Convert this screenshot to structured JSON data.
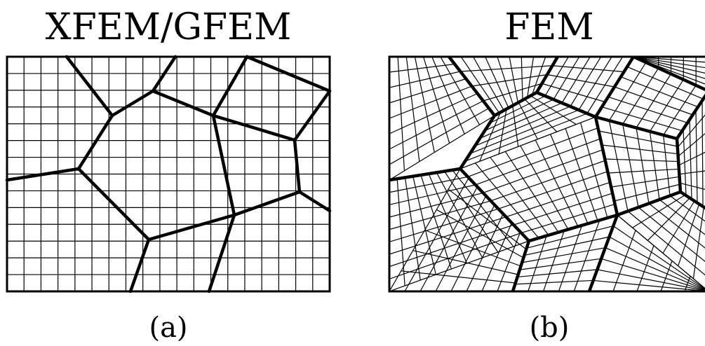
{
  "panels": [
    {
      "title": "XFEM/GFEM",
      "label": "(a)"
    },
    {
      "title": "FEM",
      "label": "(b)"
    }
  ],
  "colors": {
    "ink": "#000000",
    "background": "#ffffff"
  }
}
